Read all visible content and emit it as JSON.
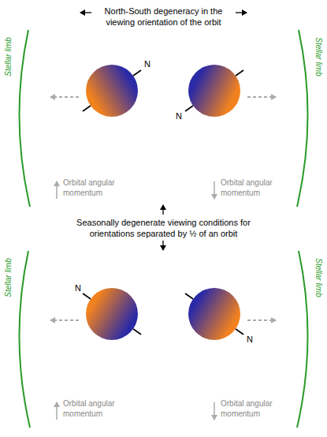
{
  "diagram": {
    "labels": [
      "North-South degeneracy in the viewing orientation of the orbit",
      "Stellar limb",
      "N",
      "N",
      "Stellar limb",
      "Orbital angular momentum",
      "Orbital angular momentum",
      "Seasonally degenerate viewing conditions for orientations separated by ½ of an orbit",
      "Stellar limb",
      "N",
      "N",
      "Stellar limb",
      "Orbital angular momentum",
      "Orbital angular momentum"
    ]
  }
}
